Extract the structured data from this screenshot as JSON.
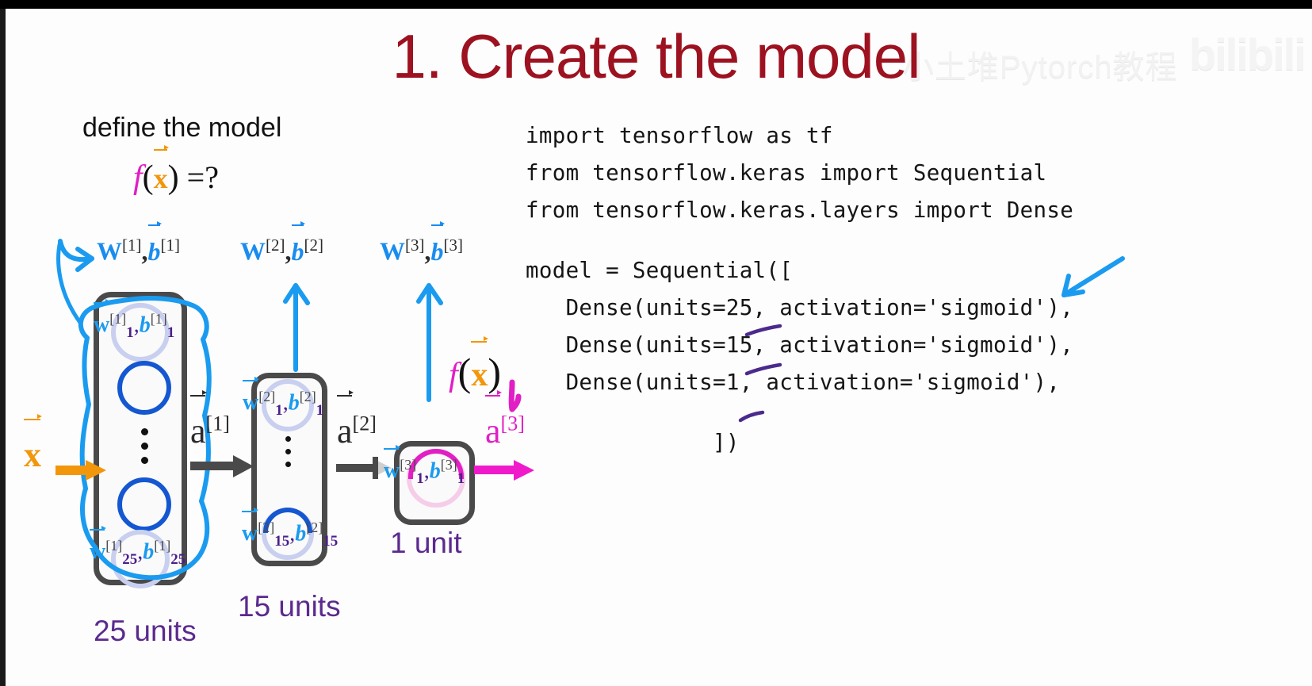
{
  "slide": {
    "title": "1. Create the model",
    "title_color": "#9d1220",
    "watermark": "小土堆Pytorch教程",
    "watermark_logo": "bilibili",
    "background": "#fdfdfd"
  },
  "left_panel": {
    "heading": "define the model",
    "formula": {
      "f": "f",
      "open": "(",
      "x": "x",
      "close": ")",
      "equals": "=?"
    },
    "input_label": "x",
    "layers": [
      {
        "header": {
          "W": "W",
          "W_sup": "[1]",
          "comma": ",",
          "b": "b",
          "b_sup": "[1]"
        },
        "top_annotation": {
          "w": "w",
          "w_sup": "[1]",
          "w_sub": "1",
          "comma": ",",
          "b": "b",
          "b_sup": "[1]",
          "b_sub": "1"
        },
        "bottom_annotation": {
          "w": "w",
          "w_sup": "[1]",
          "w_sub": "25",
          "comma": ",",
          "b": "b",
          "b_sup": "[1]",
          "b_sub": "25"
        },
        "units_caption": "25 units",
        "output_vector": {
          "a": "a",
          "sup": "[1]"
        }
      },
      {
        "header": {
          "W": "W",
          "W_sup": "[2]",
          "comma": ",",
          "b": "b",
          "b_sup": "[2]"
        },
        "top_annotation": {
          "w": "w",
          "w_sup": "[2]",
          "w_sub": "1",
          "comma": ",",
          "b": "b",
          "b_sup": "[2]",
          "b_sub": "1"
        },
        "bottom_annotation": {
          "w": "w",
          "w_sup": "[2]",
          "w_sub": "15",
          "comma": ",",
          "b": "b",
          "b_sup": "[2]",
          "b_sub": "15"
        },
        "units_caption": "15 units",
        "output_vector": {
          "a": "a",
          "sup": "[2]"
        }
      },
      {
        "header": {
          "W": "W",
          "W_sup": "[3]",
          "comma": ",",
          "b": "b",
          "b_sup": "[3]"
        },
        "top_annotation": {
          "w": "w",
          "w_sup": "[3]",
          "w_sub": "1",
          "comma": ",",
          "b": "b",
          "b_sup": "[3]",
          "b_sub": "1"
        },
        "units_caption": "1 unit",
        "output_vector": {
          "a": "a",
          "sup": "[3]"
        }
      }
    ],
    "fx_annotation": {
      "f": "f",
      "open": "(",
      "x": "x",
      "close": ")"
    },
    "colors": {
      "blue_pen": "#1a9bf0",
      "blue_neuron": "#1557d0",
      "purple": "#5b2a8e",
      "magenta": "#e11fc4",
      "orange": "#f2960b",
      "box_gray": "#4a4a4a"
    }
  },
  "code_panel": {
    "lines": [
      "import tensorflow as tf",
      "from tensorflow.keras import Sequential",
      "from tensorflow.keras.layers import Dense",
      "",
      "model = Sequential([",
      "   Dense(units=25, activation='sigmoid'),",
      "   Dense(units=15, activation='sigmoid'),",
      "   Dense(units=1, activation='sigmoid'),",
      "",
      "              ])"
    ],
    "underlined_values": [
      "25",
      "15",
      "1"
    ],
    "pen_color": "#4b2a8c",
    "arrow_color": "#1a9bf0"
  }
}
